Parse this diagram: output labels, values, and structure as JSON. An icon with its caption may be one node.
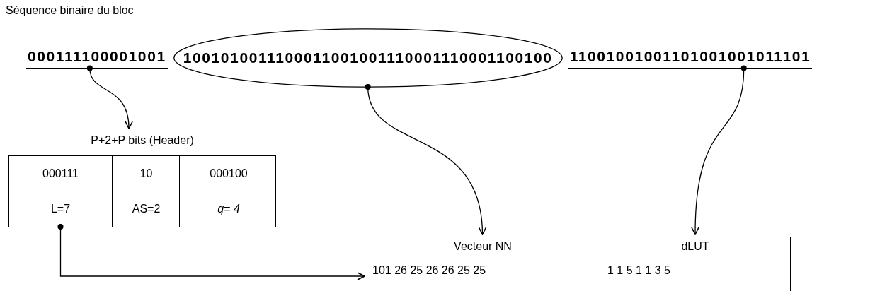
{
  "diagram": {
    "title": "Séquence binaire du bloc",
    "nodes": [
      {
        "text": [
          "000111100001001"
        ]
      },
      {
        "text": [
          "1001010011100011001001110001110001100100"
        ]
      },
      {
        "text": [
          "11001001001101001001011101"
        ]
      },
      {
        "text": [
          "P+2+P bits (Header)"
        ]
      },
      {
        "text": [
          "000111",
          "L=7"
        ],
        "in": 3
      },
      {
        "text": [
          "10",
          "AS=2"
        ],
        "in": 3
      },
      {
        "text": [
          "000100",
          "q= 4"
        ],
        "in": 3
      },
      {
        "text": [
          "Vecteur NN",
          "101 26 25 26 26 25 25"
        ]
      },
      {
        "text": [
          "dLUT",
          "1 1 5 1 1 3 5"
        ]
      }
    ],
    "edges": [
      {
        "from": 0,
        "to": 3,
        "arrow": "to"
      },
      {
        "from": 1,
        "to": 7,
        "arrow": "to"
      },
      {
        "from": 2,
        "to": 8,
        "arrow": "to"
      },
      {
        "from": 4,
        "to": 7,
        "arrow": "to"
      }
    ]
  }
}
